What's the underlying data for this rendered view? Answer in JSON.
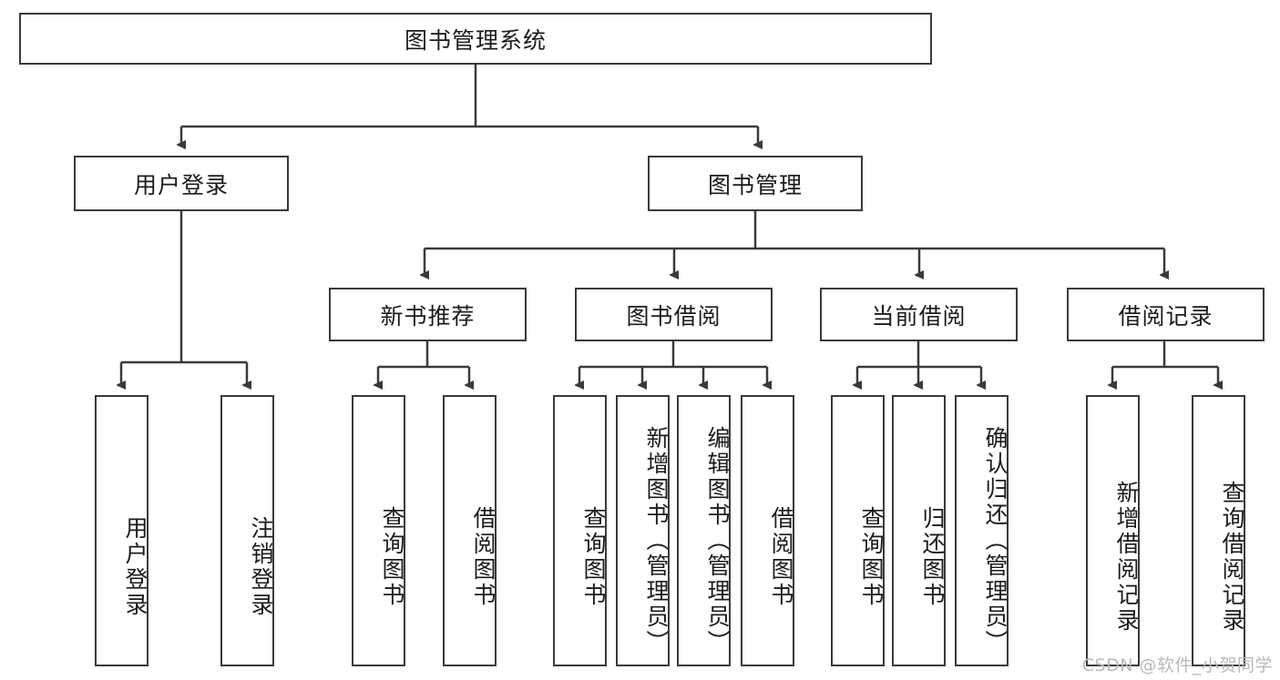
{
  "diagram": {
    "type": "tree",
    "title": "图书管理系统",
    "root": {
      "label": "图书管理系统"
    },
    "level2": [
      {
        "label": "用户登录"
      },
      {
        "label": "图书管理"
      }
    ],
    "level3": [
      {
        "label": "新书推荐"
      },
      {
        "label": "图书借阅"
      },
      {
        "label": "当前借阅"
      },
      {
        "label": "借阅记录"
      }
    ],
    "leaves": {
      "user_login": [
        {
          "label": "用户登录"
        },
        {
          "label": "注销登录"
        }
      ],
      "new_book_recommend": [
        {
          "label": "查询图书"
        },
        {
          "label": "借阅图书"
        }
      ],
      "book_borrow": [
        {
          "label": "查询图书"
        },
        {
          "label": "新增图书（管理员）"
        },
        {
          "label": "编辑图书（管理员）"
        },
        {
          "label": "借阅图书"
        }
      ],
      "current_borrow": [
        {
          "label": "查询图书"
        },
        {
          "label": "归还图书"
        },
        {
          "label": "确认归还（管理员）"
        }
      ],
      "borrow_record": [
        {
          "label": "新增借阅记录"
        },
        {
          "label": "查询借阅记录"
        }
      ]
    }
  },
  "watermark": {
    "text": "CSDN @软件_小贺同学"
  },
  "colors": {
    "stroke": "#3a3a3a",
    "fill": "#ffffff",
    "text": "#1b1b1b",
    "watermark": "#b9b9b9"
  }
}
